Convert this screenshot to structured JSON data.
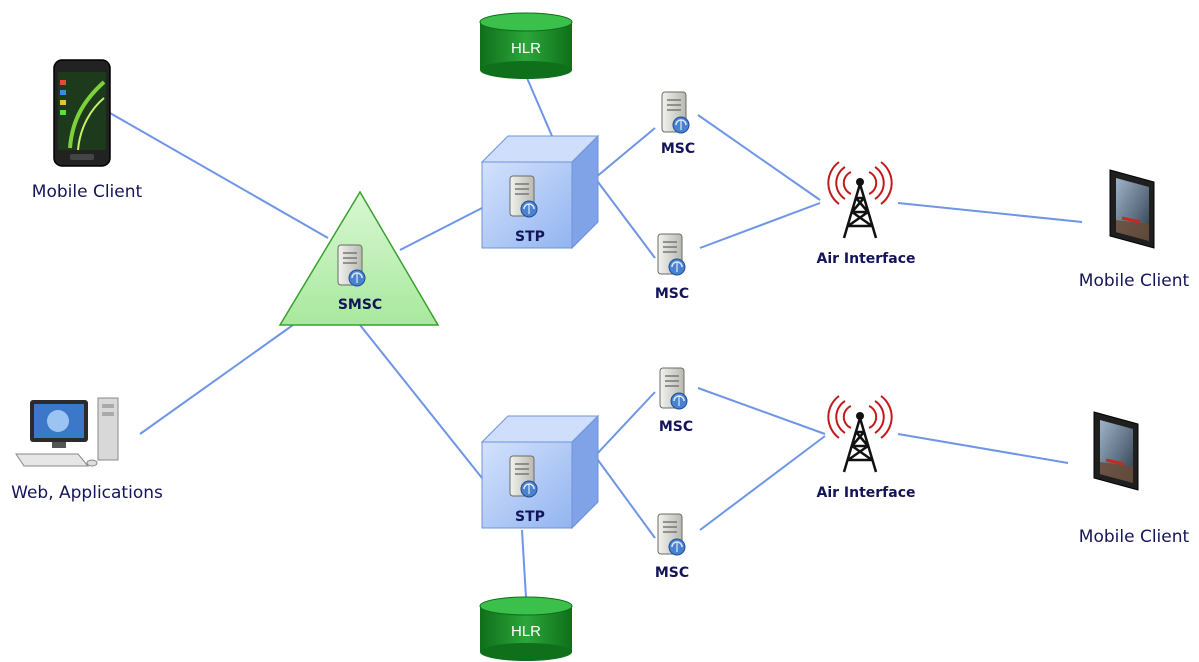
{
  "nodes": {
    "mobile_client_top_left": "Mobile Client",
    "web_applications": "Web, Applications",
    "smsc": "SMSC",
    "stp_top": "STP",
    "stp_bottom": "STP",
    "hlr_top": "HLR",
    "hlr_bottom": "HLR",
    "msc_1": "MSC",
    "msc_2": "MSC",
    "msc_3": "MSC",
    "msc_4": "MSC",
    "air_interface_top": "Air Interface",
    "air_interface_bottom": "Air Interface",
    "mobile_client_right_top": "Mobile Client",
    "mobile_client_right_bottom": "Mobile Client"
  },
  "colors": {
    "link": "#6e95e6",
    "label": "#14145a",
    "hlr": "#1e8a2a",
    "smsc": "#b8efb0",
    "stp": "#a9c4f5"
  }
}
